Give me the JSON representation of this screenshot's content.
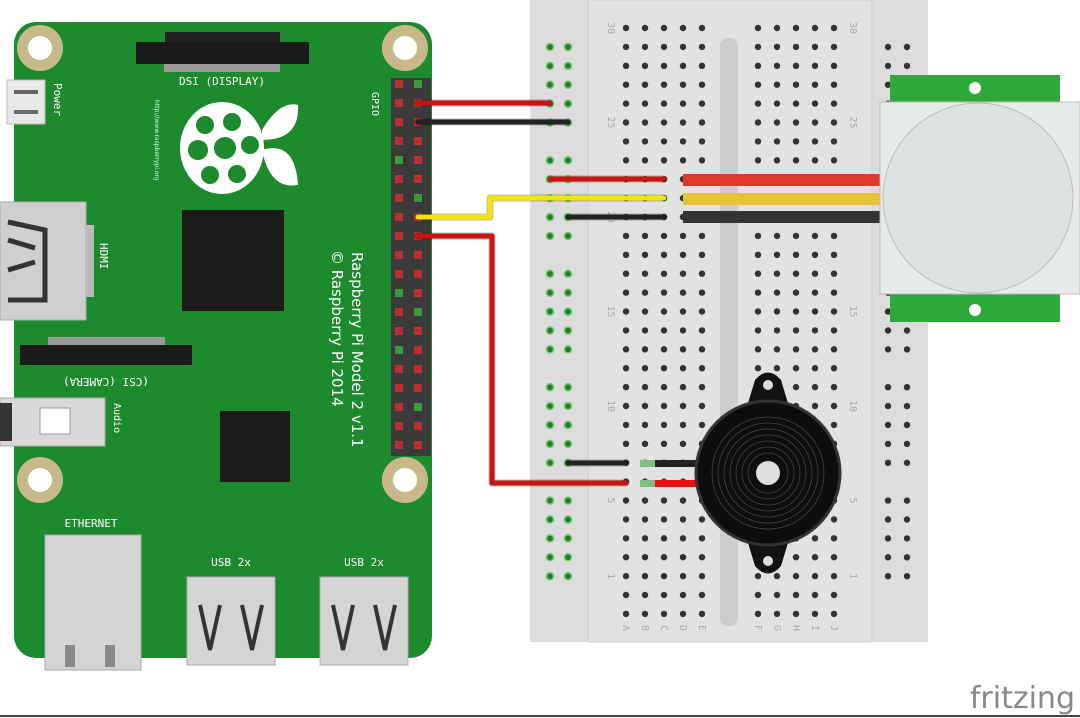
{
  "pi": {
    "dsi_label": "DSI (DISPLAY)",
    "power_label": "Power",
    "url_label": "http://www.raspberrypi.org",
    "hdmi_label": "HDMI",
    "gpio_label": "GPIO",
    "model_label": "Raspberry Pi Model 2 v1.1",
    "copyright_label": "© Raspberry Pi 2014",
    "csi_label": "(CSI (CAMERA)",
    "audio_label": "Audio",
    "ethernet_label": "ETHERNET",
    "usb1_label": "USB 2x",
    "usb2_label": "USB 2x",
    "board_color": "#1e8a2e"
  },
  "breadboard": {
    "row_numbers": [
      "30",
      "25",
      "20",
      "15",
      "10",
      "5",
      "1"
    ],
    "left_letters": [
      "A",
      "B",
      "C",
      "D",
      "E"
    ],
    "right_letters": [
      "F",
      "G",
      "H",
      "I",
      "J"
    ]
  },
  "wires": {
    "red": "#cc1111",
    "black": "#222222",
    "yellow": "#f2e600"
  },
  "branding": {
    "logo": "fritzing"
  }
}
